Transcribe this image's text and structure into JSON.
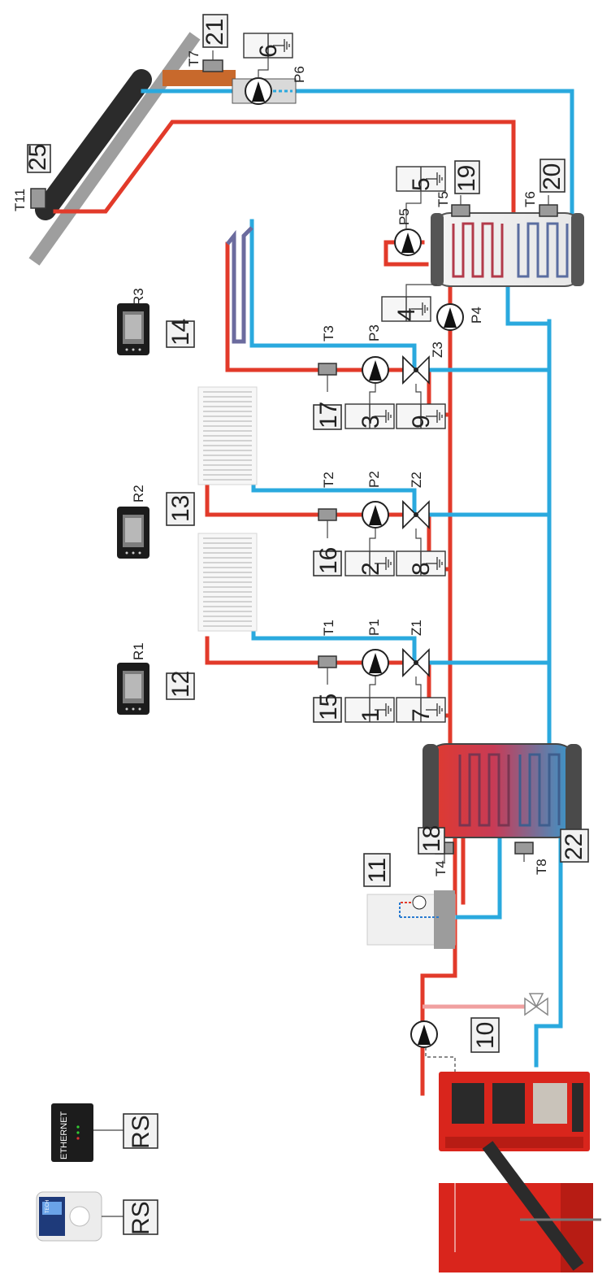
{
  "sensors": {
    "t1": "T1",
    "t2": "T2",
    "t3": "T3",
    "t4": "T4",
    "t5": "T5",
    "t6": "T6",
    "t7": "T7",
    "t8": "T8",
    "t11": "T11"
  },
  "pumps": {
    "p1": "P1",
    "p2": "P2",
    "p3": "P3",
    "p4": "P4",
    "p5": "P5",
    "p6": "P6"
  },
  "valves": {
    "z1": "Z1",
    "z2": "Z2",
    "z3": "Z3"
  },
  "room_regulators": {
    "r1": "R1",
    "r2": "R2",
    "r3": "R3"
  },
  "numbers": {
    "n1": "1",
    "n2": "2",
    "n3": "3",
    "n4": "4",
    "n5": "5",
    "n6": "6",
    "n7": "7",
    "n8": "8",
    "n9": "9",
    "n10": "10",
    "n11": "11",
    "n12": "12",
    "n13": "13",
    "n14": "14",
    "n15": "15",
    "n16": "16",
    "n17": "17",
    "n18": "18",
    "n19": "19",
    "n20": "20",
    "n21": "21",
    "n22": "22",
    "n25": "25"
  },
  "modules": {
    "rs_left": "RS",
    "rs_right": "RS",
    "ethernet": "ETHERNET",
    "tech_logo": "TECH"
  },
  "colors": {
    "hot_pipe": "#e23a2a",
    "cold_pipe": "#2aa9de",
    "boiler": "#d9251c",
    "collector": "#2b2b2b",
    "roof": "#9e9e9e"
  }
}
